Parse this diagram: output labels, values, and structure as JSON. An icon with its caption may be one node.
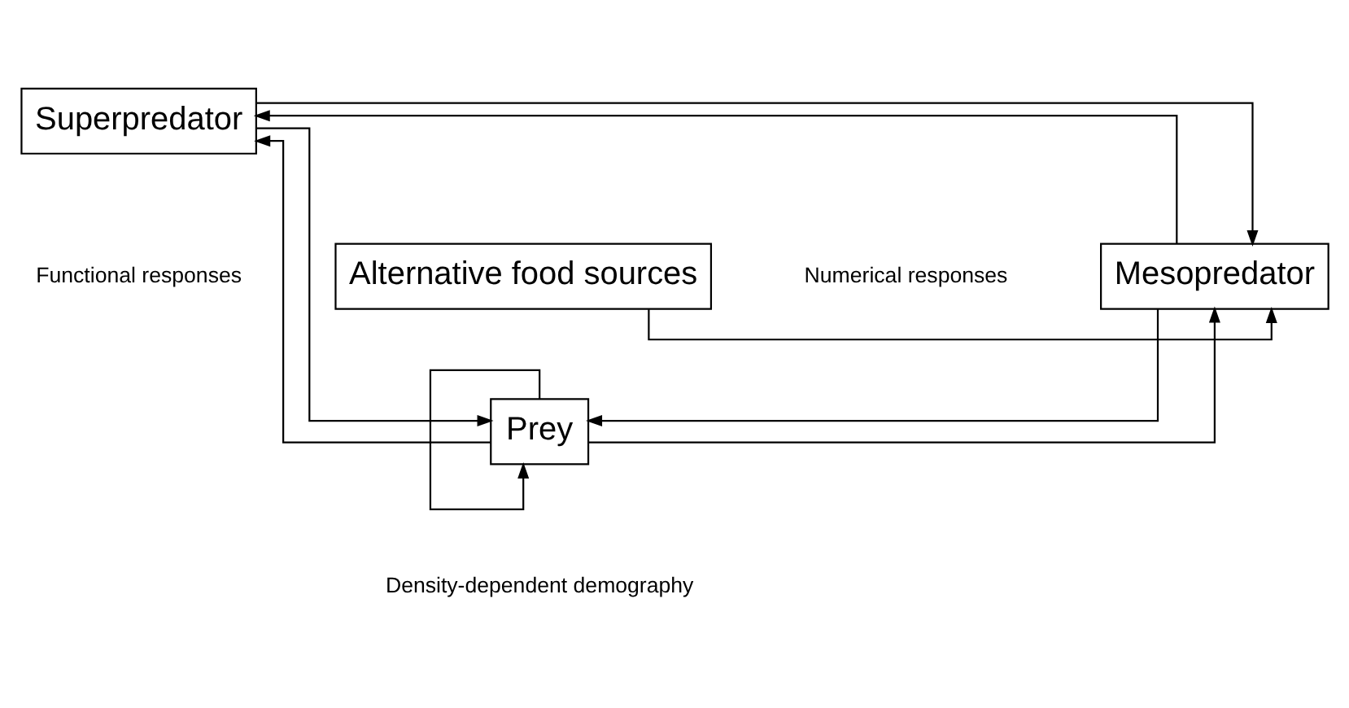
{
  "diagram": {
    "nodes": [
      {
        "text": [
          "Superpredator"
        ]
      },
      {
        "text": [
          "Mesopredator"
        ]
      },
      {
        "text": [
          "Alternative food sources"
        ]
      },
      {
        "text": [
          "Prey"
        ]
      }
    ],
    "edges": [
      {
        "from": 1,
        "to": 0,
        "arrow": "to"
      },
      {
        "from": 3,
        "to": 0,
        "arrow": "to"
      },
      {
        "from": 0,
        "to": 1,
        "arrow": "to"
      },
      {
        "from": 0,
        "to": 3,
        "arrow": "to"
      },
      {
        "from": 2,
        "to": 1,
        "arrow": "to"
      },
      {
        "from": 3,
        "to": 1,
        "arrow": "to"
      },
      {
        "from": 1,
        "to": 3,
        "arrow": "to"
      },
      {
        "from": 3,
        "to": 3,
        "arrow": "to"
      }
    ],
    "labels": [
      "Numerical responses",
      "Functional responses",
      "Density-dependent demography"
    ]
  }
}
